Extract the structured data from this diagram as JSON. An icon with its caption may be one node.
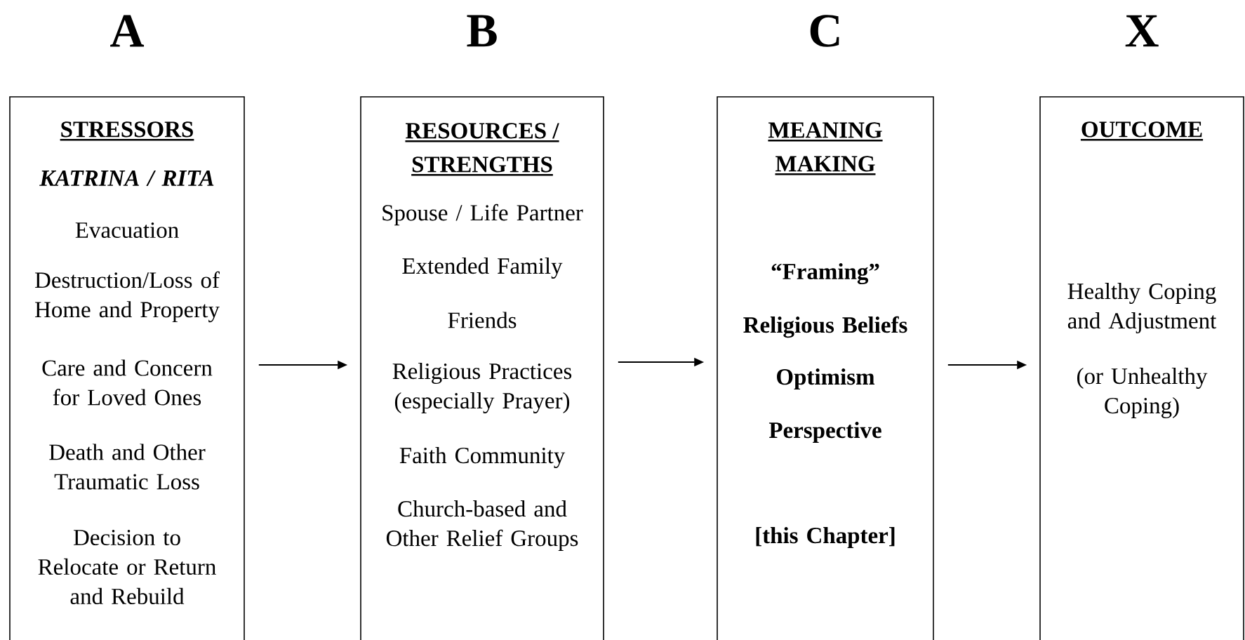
{
  "diagram": {
    "nodes": [
      {
        "text": [
          "A",
          "STRESSORS",
          "KATRINA / RITA",
          "Evacuation",
          "Destruction/Loss of Home and Property",
          "Care and Concern for Loved Ones",
          "Death and Other Traumatic Loss",
          "Decision to Relocate or Return and Rebuild"
        ]
      },
      {
        "text": [
          "B",
          "RESOURCES / STRENGTHS",
          "Spouse / Life Partner",
          "Extended Family",
          "Friends",
          "Religious Practices (especially Prayer)",
          "Faith Community",
          "Church-based and Other Relief Groups"
        ]
      },
      {
        "text": [
          "C",
          "MEANING MAKING",
          "“Framing”",
          "Religious Beliefs",
          "Optimism",
          "Perspective",
          "[this Chapter]"
        ]
      },
      {
        "text": [
          "X",
          "OUTCOME",
          "Healthy Coping and Adjustment",
          "(or Unhealthy Coping)"
        ]
      }
    ],
    "edges": [
      {
        "from": 0,
        "to": 1,
        "arrow": "to"
      },
      {
        "from": 1,
        "to": 2,
        "arrow": "to"
      },
      {
        "from": 2,
        "to": 3,
        "arrow": "to"
      }
    ]
  }
}
